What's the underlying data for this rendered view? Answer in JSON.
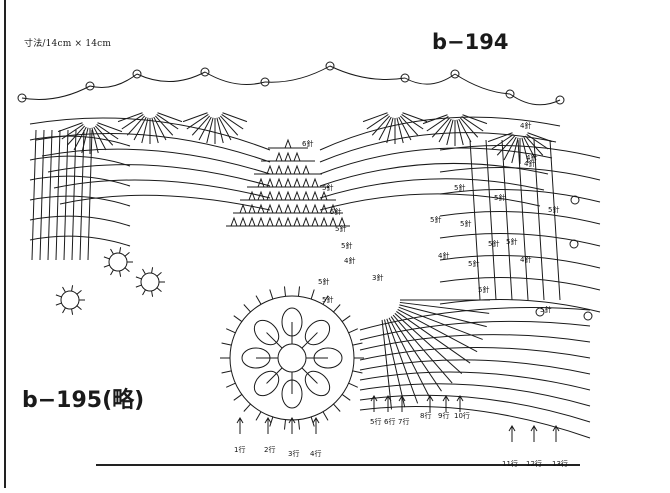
{
  "size_note": "寸法/14cm × 14cm",
  "title_main": "b−194",
  "title_alt": "b−195(略)",
  "stitch_labels": [
    "6針",
    "5針",
    "5針",
    "5針",
    "5針",
    "4針",
    "5針",
    "5針",
    "4針",
    "4針",
    "5針",
    "5針",
    "5針",
    "4針",
    "5針",
    "5針",
    "5針",
    "5針",
    "5針",
    "4針",
    "4針",
    "5針",
    "5針",
    "3針"
  ],
  "row_labels": [
    "1行",
    "2行",
    "3行",
    "4行",
    "5行",
    "6行",
    "7行",
    "8行",
    "9行",
    "10行",
    "11行",
    "12行",
    "13行"
  ],
  "colors": {
    "ink": "#1a1a1a",
    "paper": "#ffffff"
  }
}
